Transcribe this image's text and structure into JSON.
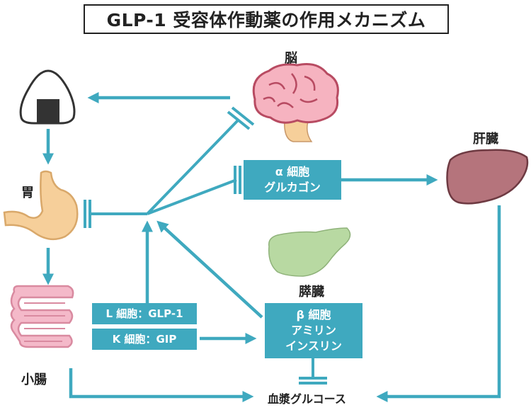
{
  "title": "GLP-1 受容体作動薬の作用メカニズム",
  "labels": {
    "brain": "脳",
    "liver": "肝臓",
    "stomach": "胃",
    "small_intestine": "小腸",
    "pancreas": "膵臓",
    "blood_glucose": "血漿グルコース"
  },
  "boxes": {
    "alpha_cell": {
      "line1": "α 細胞",
      "line2": "グルカゴン"
    },
    "beta_cell": {
      "line1": "β 細胞",
      "line2": "アミリン",
      "line3": "インスリン"
    },
    "l_cell": "L 細胞：GLP-1",
    "k_cell": "K 細胞：GIP"
  },
  "colors": {
    "arrow": "#3fa9bf",
    "box": "#3fa9bf",
    "stomach": "#f6cf9a",
    "intestine": "#f4b9c9",
    "brain": "#f6b3c0",
    "liver": "#b5747c",
    "pancreas": "#b8d9a2"
  },
  "icons": [
    "onigiri-icon",
    "brain-icon",
    "stomach-icon",
    "intestine-icon",
    "liver-icon",
    "pancreas-icon"
  ]
}
